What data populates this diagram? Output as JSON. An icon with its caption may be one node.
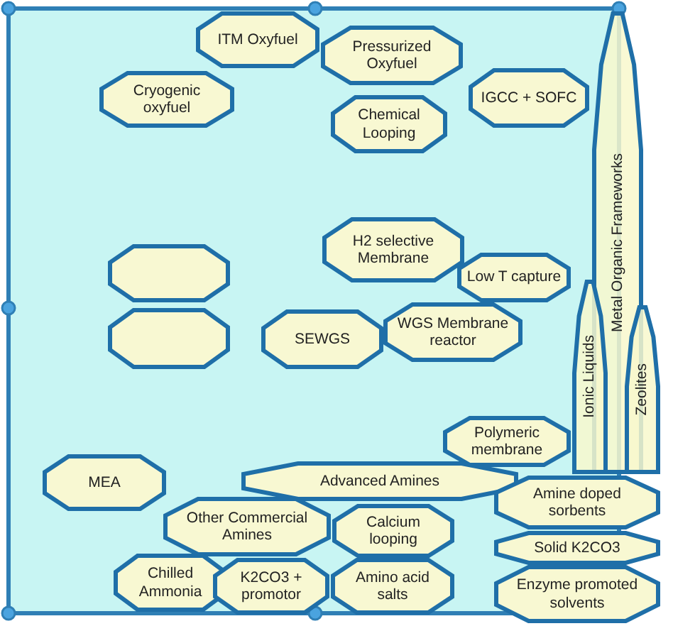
{
  "diagram": {
    "nodes": [
      {
        "text": [
          "ITM Oxyfuel"
        ]
      },
      {
        "text": [
          "Pressurized Oxyfuel"
        ]
      },
      {
        "text": [
          "Metal Organic Frameworks"
        ]
      },
      {
        "text": [
          "IGCC + SOFC"
        ]
      },
      {
        "text": [
          "Cryogenic oxyfuel"
        ]
      },
      {
        "text": [
          "Chemical Looping"
        ]
      },
      {
        "text": [
          "H2 selective Membrane"
        ]
      },
      {
        "text": [],
        "shape": "octagon"
      },
      {
        "text": [
          "Low T capture"
        ]
      },
      {
        "text": [
          "Ionic Liquids"
        ]
      },
      {
        "text": [
          "WGS Membrane reactor"
        ]
      },
      {
        "text": [
          "Zeolites"
        ]
      },
      {
        "text": [],
        "shape": "octagon"
      },
      {
        "text": [
          "SEWGS"
        ]
      },
      {
        "text": [
          "Polymeric membrane"
        ]
      },
      {
        "text": [
          "MEA"
        ]
      },
      {
        "text": [
          "Advanced Amines"
        ]
      },
      {
        "text": [
          "Amine doped sorbents"
        ]
      },
      {
        "text": [
          "Other Commercial Amines"
        ]
      },
      {
        "text": [
          "Calcium looping"
        ]
      },
      {
        "text": [
          "Solid K2CO3"
        ]
      },
      {
        "text": [
          "Chilled Ammonia"
        ]
      },
      {
        "text": [
          "K2CO3 + promotor"
        ]
      },
      {
        "text": [
          "Amino acid salts"
        ]
      },
      {
        "text": [
          "Enzyme promoted solvents"
        ]
      }
    ]
  }
}
